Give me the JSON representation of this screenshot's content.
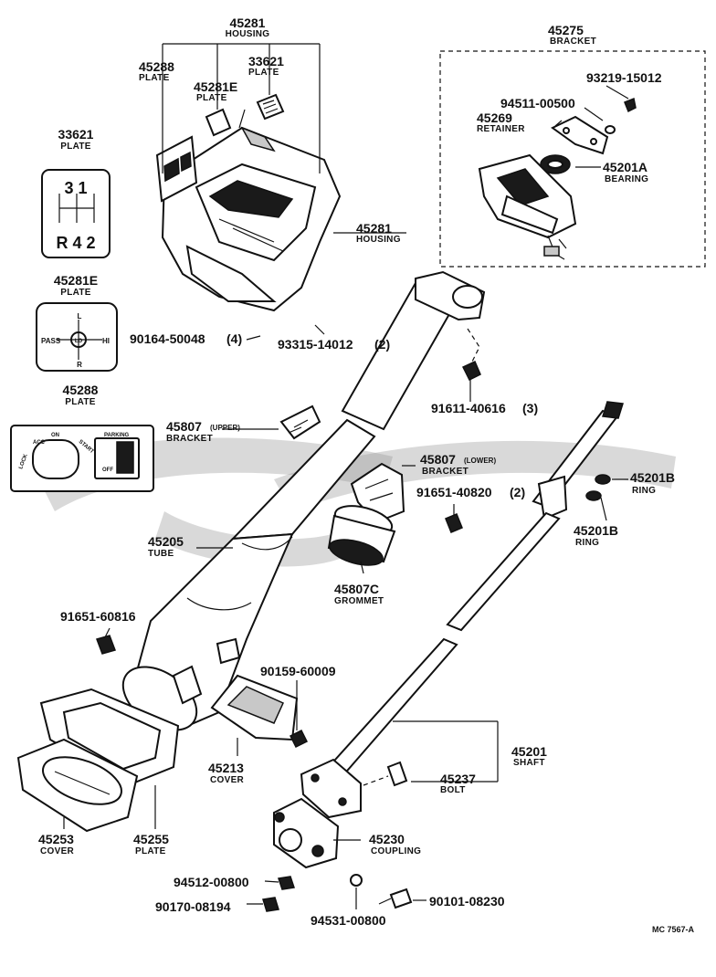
{
  "diagram": {
    "catalog_code": "MC 7567-A",
    "callouts": [
      {
        "id": "housing-top",
        "number": "45281",
        "name": "HOUSING"
      },
      {
        "id": "plate-45288",
        "number": "45288",
        "name": "PLATE"
      },
      {
        "id": "plate-45281e",
        "number": "45281E",
        "name": "PLATE"
      },
      {
        "id": "plate-33621",
        "number": "33621",
        "name": "PLATE"
      },
      {
        "id": "housing-side",
        "number": "45281",
        "name": "HOUSING"
      },
      {
        "id": "bracket-45275",
        "number": "45275",
        "name": "BRACKET"
      },
      {
        "id": "bolt-93219",
        "number": "93219-15012",
        "name": ""
      },
      {
        "id": "washer-94511",
        "number": "94511-00500",
        "name": ""
      },
      {
        "id": "retainer-45269",
        "number": "45269",
        "name": "RETAINER"
      },
      {
        "id": "bearing-45201a",
        "number": "45201A",
        "name": "BEARING"
      },
      {
        "id": "screw-90164",
        "number": "90164-50048",
        "name": "",
        "qty": "(4)"
      },
      {
        "id": "screw-93315",
        "number": "93315-14012",
        "name": "",
        "qty": "(2)"
      },
      {
        "id": "bolt-91611",
        "number": "91611-40616",
        "name": "",
        "qty": "(3)"
      },
      {
        "id": "bracket-upper",
        "number": "45807",
        "name": "BRACKET",
        "suffix": "(UPPER)"
      },
      {
        "id": "bracket-lower",
        "number": "45807",
        "name": "BRACKET",
        "suffix": "(LOWER)"
      },
      {
        "id": "bolt-91651-40820",
        "number": "91651-40820",
        "name": "",
        "qty": "(2)"
      },
      {
        "id": "ring-a",
        "number": "45201B",
        "name": "RING"
      },
      {
        "id": "ring-b",
        "number": "45201B",
        "name": "RING"
      },
      {
        "id": "tube-45205",
        "number": "45205",
        "name": "TUBE"
      },
      {
        "id": "grommet-45807c",
        "number": "45807C",
        "name": "GROMMET"
      },
      {
        "id": "bolt-91651-60816",
        "number": "91651-60816",
        "name": ""
      },
      {
        "id": "clip-90159",
        "number": "90159-60009",
        "name": ""
      },
      {
        "id": "shaft-45201",
        "number": "45201",
        "name": "SHAFT"
      },
      {
        "id": "cover-45213",
        "number": "45213",
        "name": "COVER"
      },
      {
        "id": "bolt-45237",
        "number": "45237",
        "name": "BOLT"
      },
      {
        "id": "cover-45253",
        "number": "45253",
        "name": "COVER"
      },
      {
        "id": "plate-45255",
        "number": "45255",
        "name": "PLATE"
      },
      {
        "id": "coupling-45230",
        "number": "45230",
        "name": "COUPLING"
      },
      {
        "id": "nut-94512",
        "number": "94512-00800",
        "name": ""
      },
      {
        "id": "nut-90170",
        "number": "90170-08194",
        "name": ""
      },
      {
        "id": "washer-94531",
        "number": "94531-00800",
        "name": ""
      },
      {
        "id": "bolt-90101",
        "number": "90101-08230",
        "name": ""
      }
    ],
    "inset_plates": [
      {
        "id": "inset-33621",
        "number": "33621",
        "name": "PLATE",
        "face": {
          "top": "3 1",
          "bottom": "R 4 2"
        }
      },
      {
        "id": "inset-45281e",
        "number": "45281E",
        "name": "PLATE",
        "face": {
          "top": "L",
          "left": "PASS",
          "center": "LO",
          "right": "HI",
          "bottom": "R"
        }
      },
      {
        "id": "inset-45288",
        "number": "45288",
        "name": "PLATE",
        "face": {
          "lock": "LOCK",
          "acc": "ACC",
          "on": "ON",
          "start": "START",
          "parking": "PARKING",
          "off": "OFF"
        }
      }
    ]
  }
}
